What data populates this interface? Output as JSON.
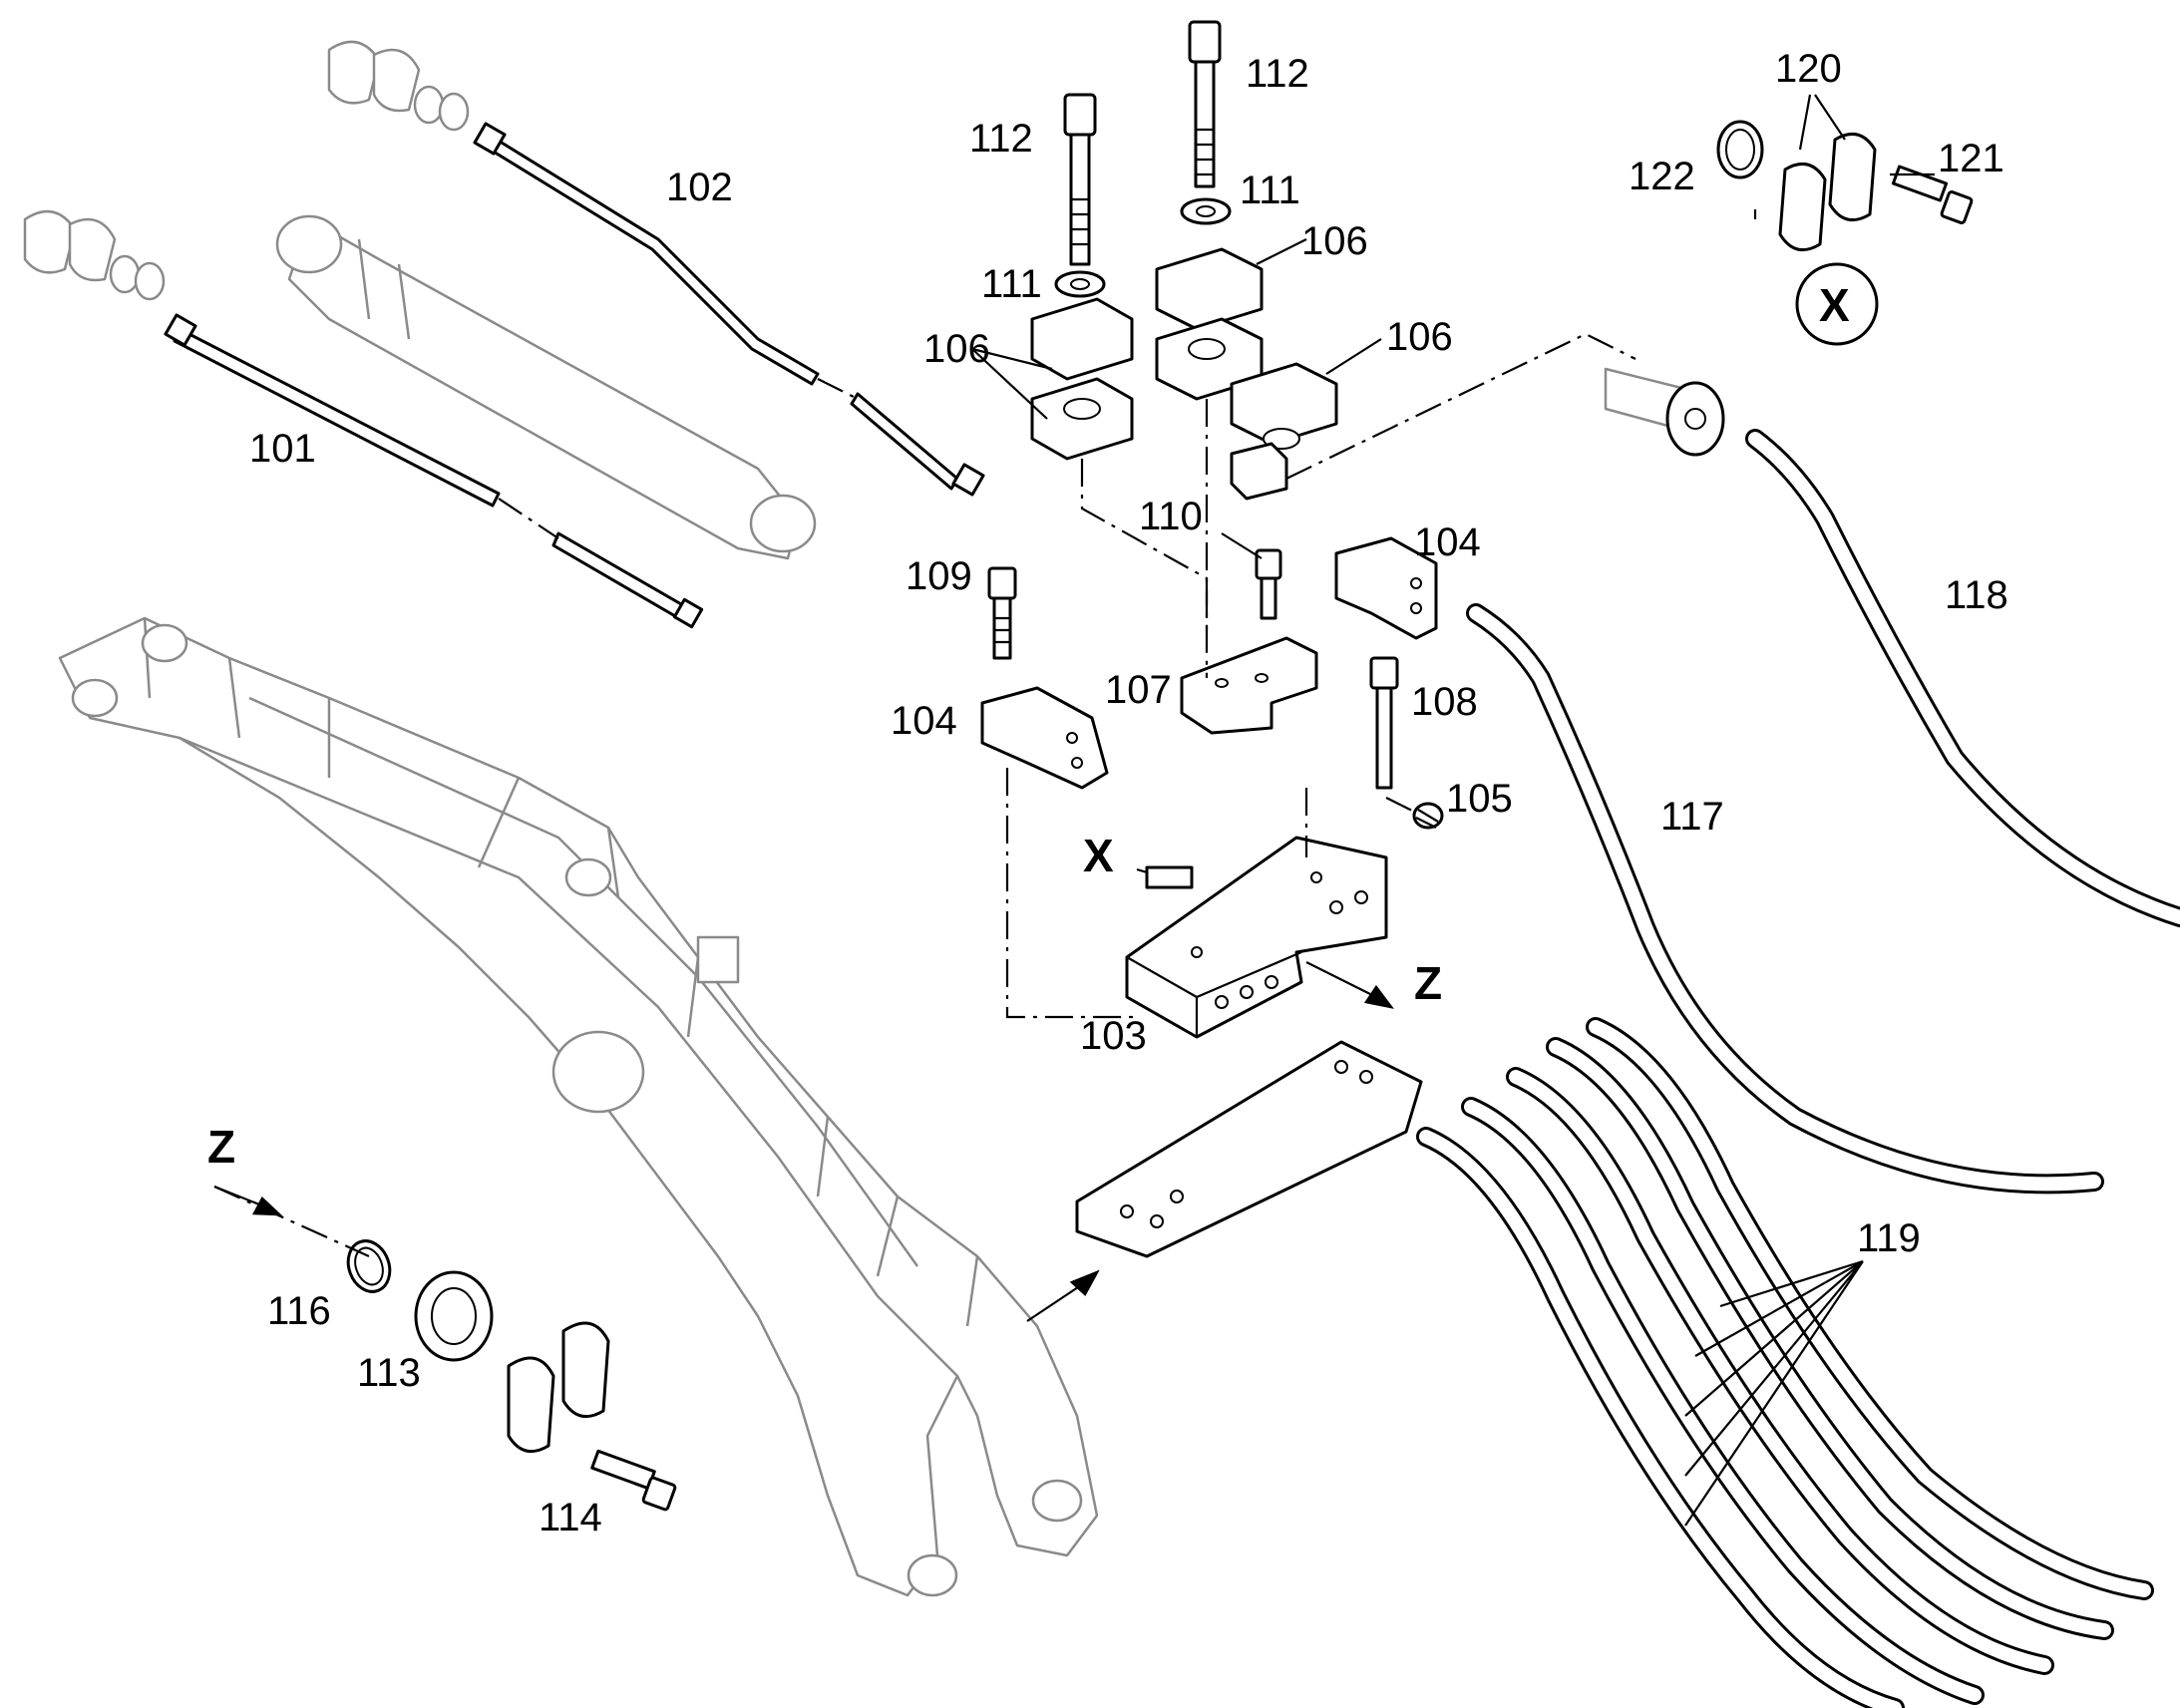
{
  "callouts": {
    "p101": "101",
    "p102": "102",
    "p103": "103",
    "p104a": "104",
    "p104b": "104",
    "p105": "105",
    "p106a": "106",
    "p106b": "106",
    "p106c": "106",
    "p107": "107",
    "p108": "108",
    "p109": "109",
    "p110": "110",
    "p111a": "111",
    "p111b": "111",
    "p112a": "112",
    "p112b": "112",
    "p113": "113",
    "p114": "114",
    "p116": "116",
    "p117": "117",
    "p118": "118",
    "p119": "119",
    "p120": "120",
    "p121": "121",
    "p122": "122"
  },
  "view_markers": {
    "detail_x_circle": "X",
    "x_arrow": "X",
    "z_arrow_block": "Z",
    "z_arrow_left": "Z"
  },
  "colors": {
    "line": "#000000",
    "faint_boom": "#8a8a8a",
    "background": "#ffffff"
  }
}
